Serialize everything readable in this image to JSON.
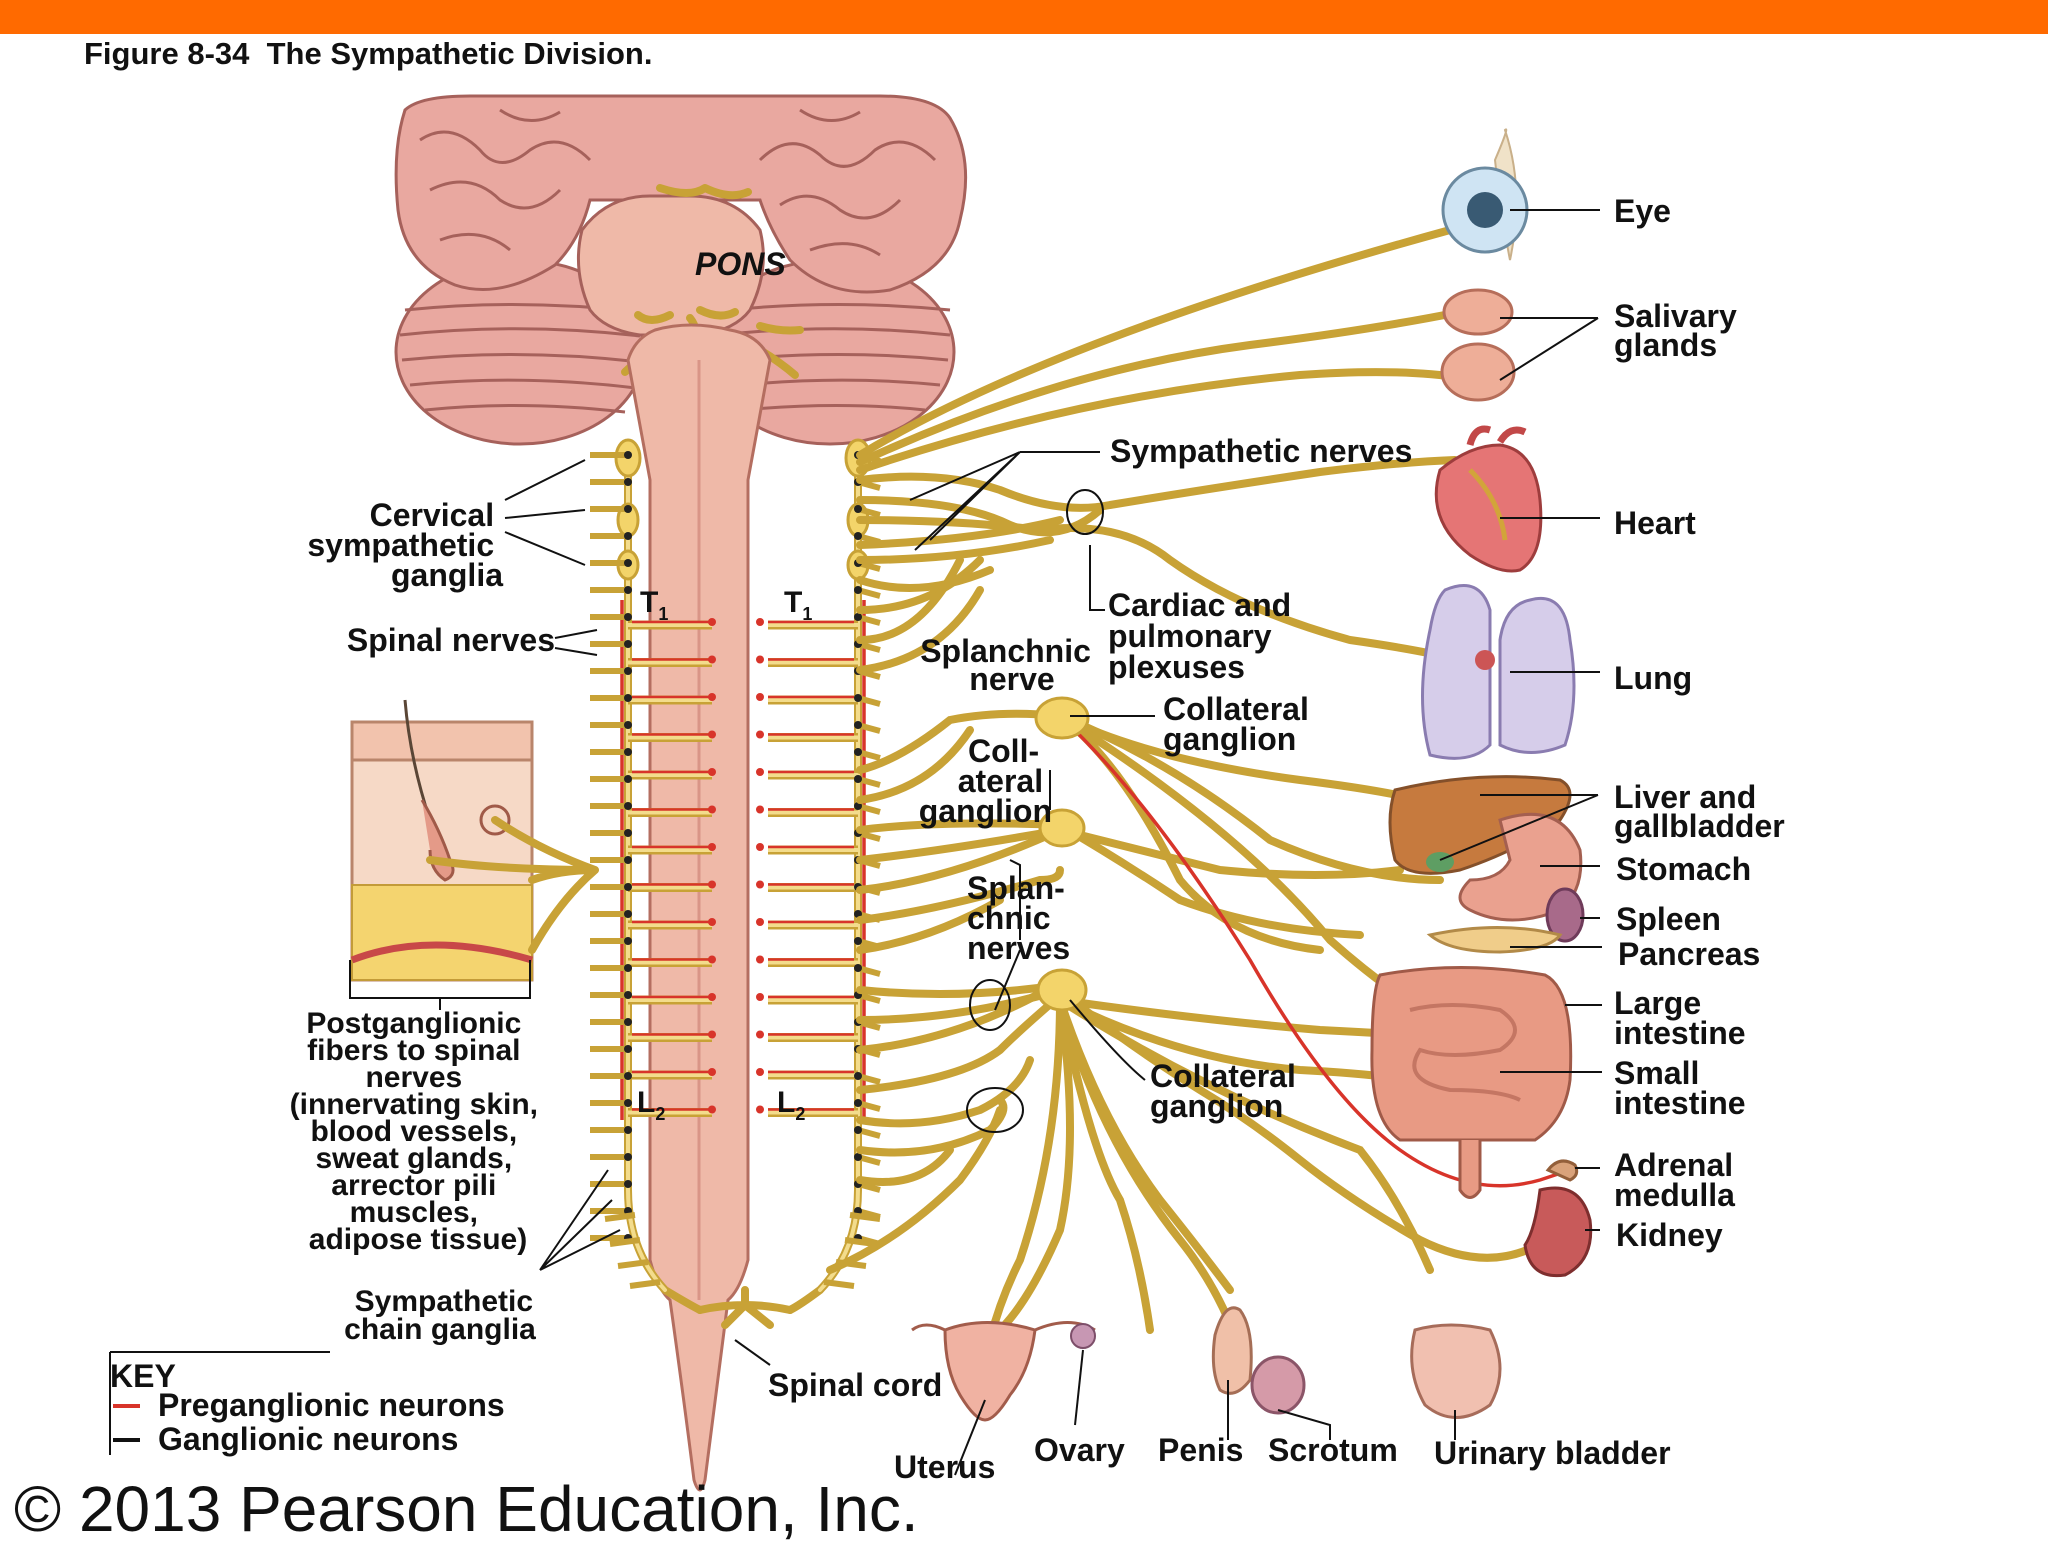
{
  "header": {
    "figure_title": "Figure 8-34  The Sympathetic Division."
  },
  "brain": {
    "pons_label": "PONS"
  },
  "segments": {
    "t1_left": "T",
    "t1_right": "T",
    "l2_left": "L",
    "l2_right": "L",
    "t_sub": "1",
    "l_sub": "2"
  },
  "left_labels": {
    "cervical": [
      "Cervical",
      "sympathetic",
      "ganglia"
    ],
    "spinal_nerves": "Spinal nerves",
    "postganglionic": [
      "Postganglionic",
      "fibers to spinal",
      "nerves",
      "(innervating skin,",
      "blood vessels,",
      "sweat glands,",
      "arrector pili",
      "muscles,",
      "adipose tissue)"
    ],
    "chain_ganglia": [
      "Sympathetic",
      "chain ganglia"
    ]
  },
  "center_labels": {
    "sympathetic_nerves": "Sympathetic nerves",
    "cardiac_plexuses": [
      "Cardiac and",
      "pulmonary",
      "plexuses"
    ],
    "splanchnic_nerve": [
      "Splanchnic",
      "nerve"
    ],
    "collateral_ganglion_top": [
      "Collateral",
      "ganglion"
    ],
    "collateral_ganglion_mid": [
      "Coll-",
      "ateral",
      "ganglion"
    ],
    "splanchnic_nerves": [
      "Splan-",
      "chnic",
      "nerves"
    ],
    "collateral_ganglion_low": [
      "Collateral",
      "ganglion"
    ],
    "spinal_cord": "Spinal cord"
  },
  "organs": {
    "eye": "Eye",
    "salivary": [
      "Salivary",
      "glands"
    ],
    "heart": "Heart",
    "lung": "Lung",
    "liver": [
      "Liver and",
      "gallbladder"
    ],
    "stomach": "Stomach",
    "spleen": "Spleen",
    "pancreas": "Pancreas",
    "large_intestine": [
      "Large",
      "intestine"
    ],
    "small_intestine": [
      "Small",
      "intestine"
    ],
    "adrenal": [
      "Adrenal",
      "medulla"
    ],
    "kidney": "Kidney",
    "uterus": "Uterus",
    "ovary": "Ovary",
    "penis": "Penis",
    "scrotum": "Scrotum",
    "bladder": "Urinary bladder"
  },
  "key": {
    "title": "KEY",
    "preganglionic": "Preganglionic neurons",
    "ganglionic": "Ganglionic neurons",
    "preganglionic_color": "#d8342a",
    "ganglionic_color": "#111111"
  },
  "colors": {
    "header_bar": "#ff6a00",
    "nerve": "#c8a236",
    "ganglion": "#f3d46a",
    "spinal_cord": "#efb9a8",
    "brain": "#e9a8a0"
  },
  "footer": {
    "copyright": "© 2013 Pearson Education, Inc."
  }
}
